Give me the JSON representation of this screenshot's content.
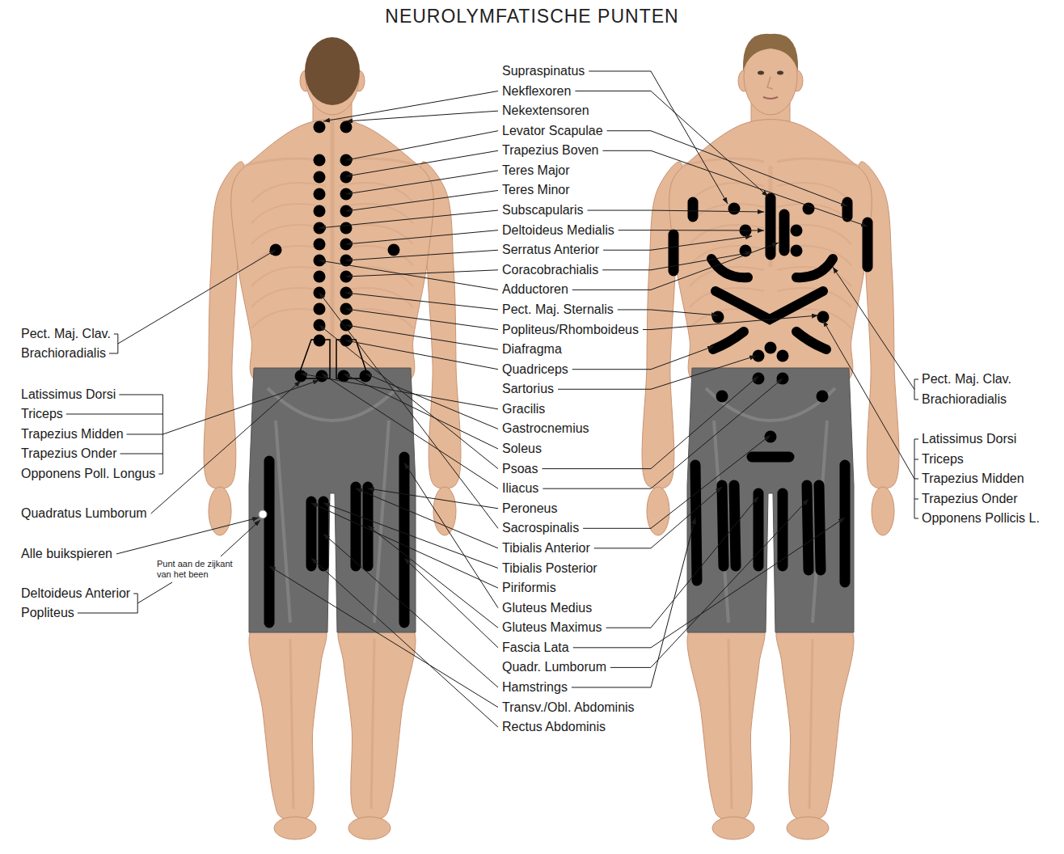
{
  "diagram": {
    "title": "NEUROLYMFATISCHE PUNTEN",
    "labels": [
      "Supraspinatus",
      "Nekflexoren",
      "Nekextensoren",
      "Levator Scapulae",
      "Trapezius Boven",
      "Teres Major",
      "Teres Minor",
      "Subscapularis",
      "Deltoideus Medialis",
      "Serratus Anterior",
      "Coracobrachialis",
      "Adductoren",
      "Pect. Maj. Sternalis",
      "Popliteus/Rhomboideus",
      "Diafragma",
      "Quadriceps",
      "Sartorius",
      "Gracilis",
      "Gastrocnemius",
      "Soleus",
      "Psoas",
      "Iliacus",
      "Peroneus",
      "Sacrospinalis",
      "Tibialis Anterior",
      "Tibialis Posterior",
      "Piriformis",
      "Gluteus Medius",
      "Gluteus Maximus",
      "Fascia Lata",
      "Quadr. Lumborum",
      "Hamstrings",
      "Transv./Obl. Abdominis",
      "Rectus Abdominis",
      "Pect. Maj. Clav.",
      "Brachioradialis",
      "Latissimus Dorsi",
      "Triceps",
      "Trapezius Midden",
      "Trapezius Onder",
      "Opponens Poll. Longus",
      "Quadratus Lumborum",
      "Alle buikspieren",
      "Punt aan de zijkant van het been",
      "Deltoideus Anterior",
      "Popliteus",
      "Pect. Maj. Clav.",
      "Brachioradialis",
      "Latissimus Dorsi",
      "Triceps",
      "Trapezius Midden",
      "Trapezius Onder",
      "Opponens Pollicis L."
    ]
  }
}
